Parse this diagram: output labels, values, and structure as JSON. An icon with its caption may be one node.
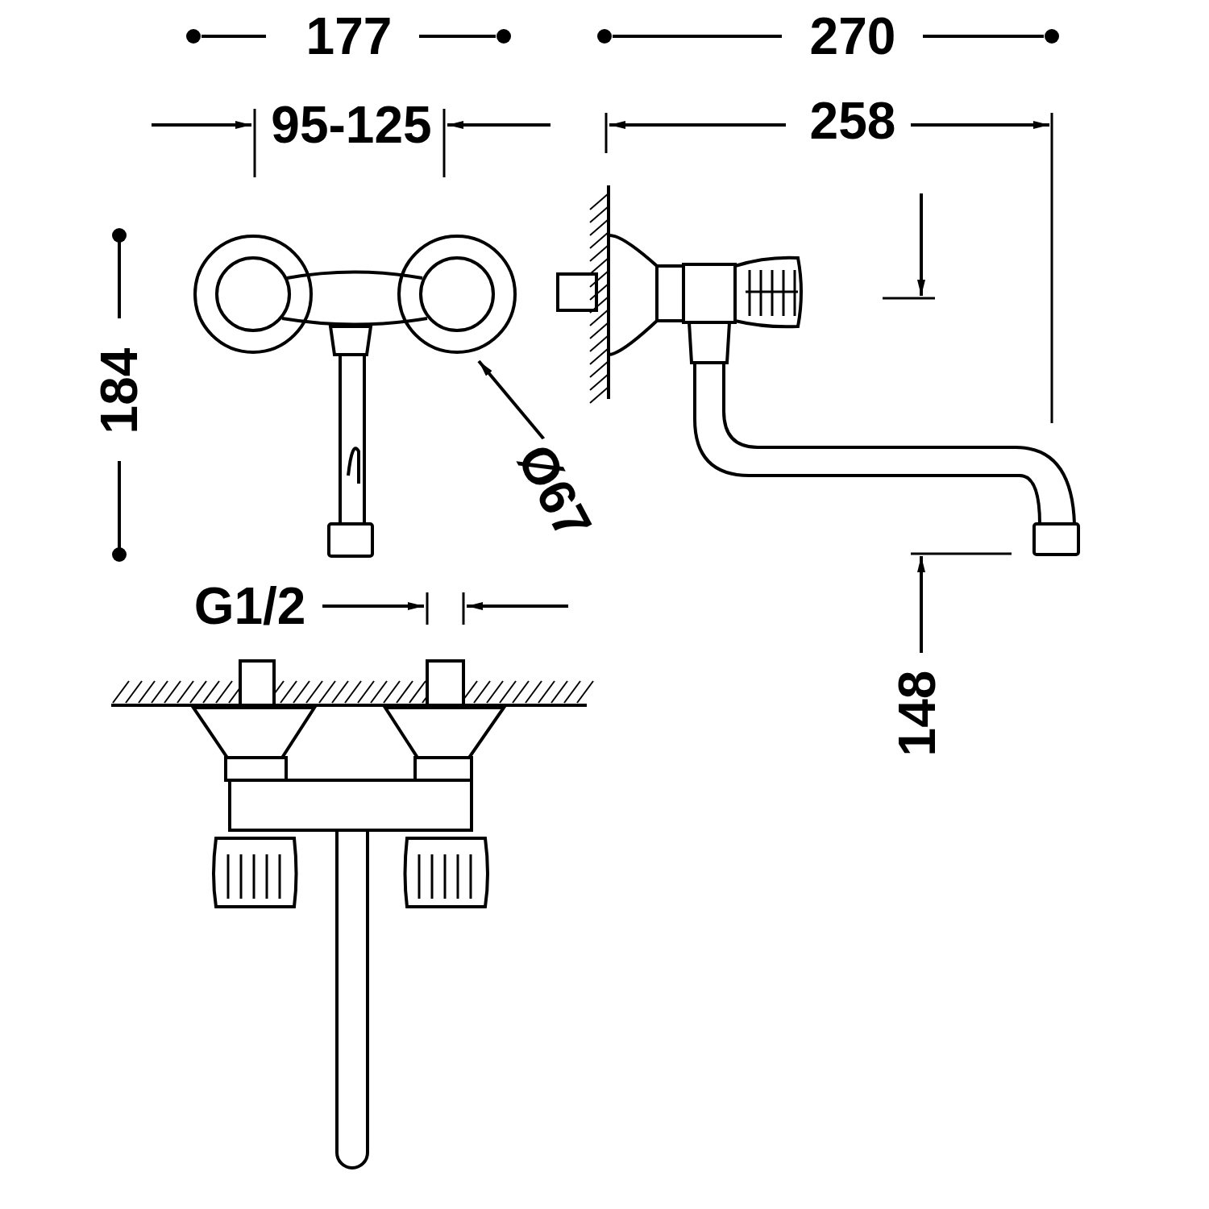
{
  "diagram": {
    "labels": [
      "177",
      "270",
      "95-125",
      "258",
      "184",
      "Ø67",
      "G1/2",
      "148"
    ]
  }
}
